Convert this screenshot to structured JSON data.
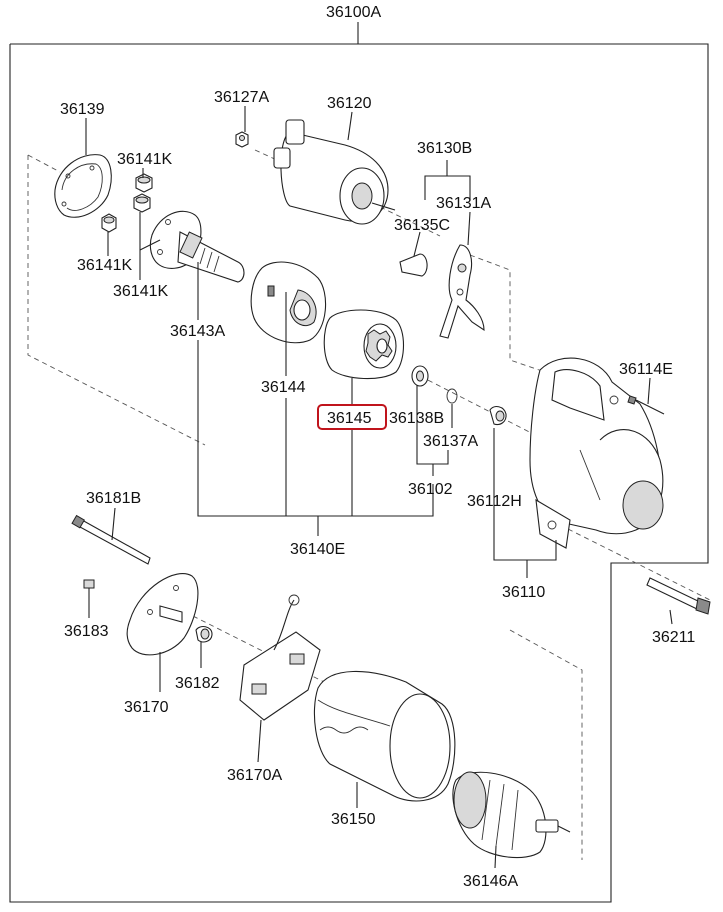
{
  "labels": {
    "top_assembly": "36100A",
    "p36139": "36139",
    "p36127A": "36127A",
    "p36120": "36120",
    "p36130B": "36130B",
    "p36141K_a": "36141K",
    "p36141K_b": "36141K",
    "p36141K_c": "36141K",
    "p36131A": "36131A",
    "p36135C": "36135C",
    "p36143A": "36143A",
    "p36144": "36144",
    "p36145": "36145",
    "p36138B": "36138B",
    "p36137A": "36137A",
    "p36114E": "36114E",
    "p36102": "36102",
    "p36112H": "36112H",
    "p36181B": "36181B",
    "p36140E": "36140E",
    "p36110": "36110",
    "p36183": "36183",
    "p36211": "36211",
    "p36182": "36182",
    "p36170": "36170",
    "p36170A": "36170A",
    "p36150": "36150",
    "p36146A": "36146A"
  },
  "highlight": {
    "part": "36145",
    "color": "#c0141c"
  }
}
